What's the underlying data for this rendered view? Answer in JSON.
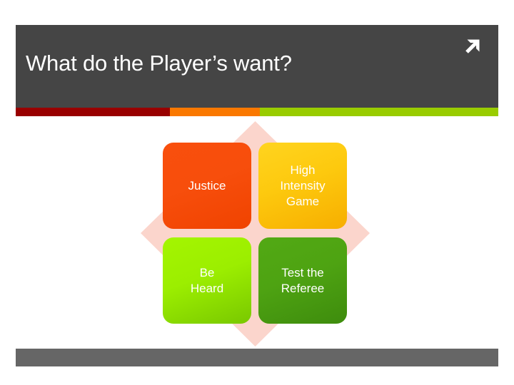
{
  "slide": {
    "title": "What do the Player’s want?",
    "header_bg": "#454545",
    "footer_bg": "#666666",
    "background": "#ffffff"
  },
  "header": {
    "arrow_icon": "north-east-arrow-icon"
  },
  "accent_stripe": {
    "segments": [
      {
        "name": "red",
        "color": "#990000"
      },
      {
        "name": "orange",
        "color": "#FA7800"
      },
      {
        "name": "green",
        "color": "#99CC00"
      }
    ]
  },
  "diagram": {
    "type": "quadrant",
    "backdrop_shape": "diamond",
    "backdrop_color": "#FBD5CC",
    "boxes": [
      {
        "name": "justice",
        "label": "Justice",
        "color": "#F74E0C",
        "text_color": "#FFFFFF"
      },
      {
        "name": "high-intensity-game",
        "label": "High\nIntensity\nGame",
        "color": "#FDC90E",
        "text_color": "#FFFFFF"
      },
      {
        "name": "be-heard",
        "label": "Be\nHeard",
        "color": "#9CEE00",
        "text_color": "#FFFFFF"
      },
      {
        "name": "test-the-referee",
        "label": "Test the\nReferee",
        "color": "#4EA312",
        "text_color": "#FFFFFF"
      }
    ]
  }
}
